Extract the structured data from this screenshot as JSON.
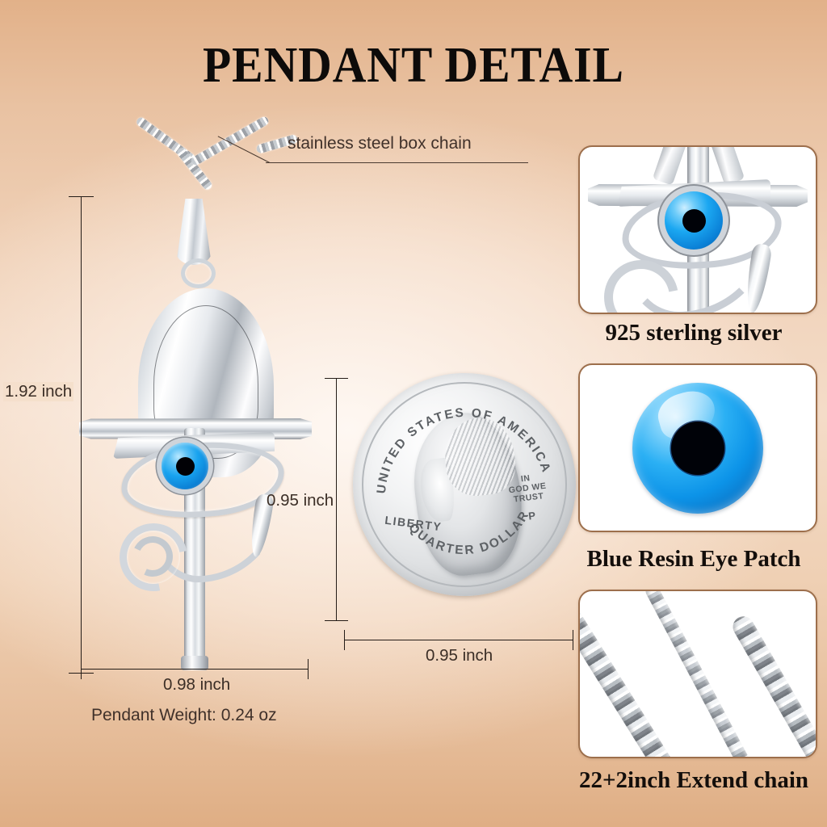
{
  "page": {
    "title": "PENDANT DETAIL",
    "background_top_color": "#e2b189",
    "background_mid_color": "#f4dcc8",
    "background_bottom_color": "#dfae84"
  },
  "annotations": {
    "chain_label": "stainless steel box chain"
  },
  "dimensions": {
    "pendant_height": "1.92 inch",
    "pendant_width": "0.98 inch",
    "coin_height": "0.95 inch",
    "coin_width": "0.95 inch",
    "weight_label": "Pendant Weight:  0.24 oz"
  },
  "coin": {
    "top_legend": "UNITED STATES OF AMERICA",
    "bottom_legend": "QUARTER DOLLAR",
    "liberty": "LIBERTY",
    "motto_line1": "IN",
    "motto_line2": "GOD WE",
    "motto_line3": "TRUST",
    "mint_mark": "P"
  },
  "panels": [
    {
      "caption": "925 sterling silver",
      "art": "ankh-eye-closeup-icon"
    },
    {
      "caption": "Blue Resin Eye Patch",
      "art": "blue-resin-eye-icon"
    },
    {
      "caption": "22+2inch Extend chain",
      "art": "silver-chain-icon"
    }
  ],
  "colors": {
    "panel_border": "#9d6f4c",
    "text_dark": "#140f0c",
    "text_muted": "#40312a",
    "eye_blue": "#18a3ef",
    "pupil_black": "#010105",
    "silver": "#cdd2d8"
  }
}
